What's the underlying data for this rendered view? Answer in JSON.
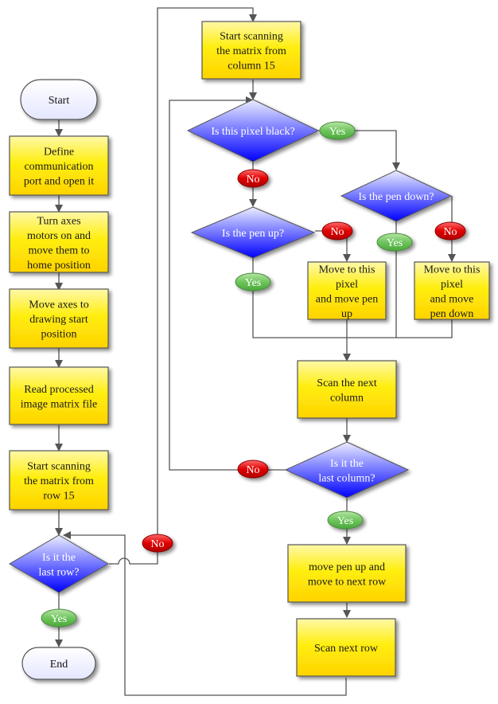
{
  "title": "Pen plotter image drawing flowchart",
  "colors": {
    "process_top": "#fff8a0",
    "process_mid": "#ffee00",
    "process_bottom": "#ffd400",
    "decision_top": "#e6e8ff",
    "decision_bottom": "#0000ff",
    "yes_label": "#6cc35a",
    "no_label": "#d60000",
    "terminal_fill": "#eef0ff",
    "connector": "#555555"
  },
  "nodes": {
    "start": {
      "type": "terminal",
      "lines": [
        "Start"
      ]
    },
    "define_port": {
      "type": "process",
      "lines": [
        "Define",
        "communication",
        "port and open it"
      ]
    },
    "turn_motors": {
      "type": "process",
      "lines": [
        "Turn axes",
        "motors on and",
        "move them to",
        "home position"
      ]
    },
    "move_axes": {
      "type": "process",
      "lines": [
        "Move axes to",
        "drawing start",
        "position"
      ]
    },
    "read_matrix": {
      "type": "process",
      "lines": [
        "Read processed",
        "image matrix file"
      ]
    },
    "start_row": {
      "type": "process",
      "lines": [
        "Start scanning",
        "the matrix from",
        "row 15"
      ]
    },
    "last_row": {
      "type": "decision",
      "lines": [
        "Is it the",
        "last row?"
      ]
    },
    "end": {
      "type": "terminal",
      "lines": [
        "End"
      ]
    },
    "start_col": {
      "type": "process",
      "lines": [
        "Start scanning",
        "the matrix from",
        "column 15"
      ]
    },
    "pixel_black": {
      "type": "decision",
      "lines": [
        "Is this pixel black?"
      ]
    },
    "pen_down_q": {
      "type": "decision",
      "lines": [
        "Is the pen down?"
      ]
    },
    "pen_up_q": {
      "type": "decision",
      "lines": [
        "Is the pen up?"
      ]
    },
    "move_pen_up": {
      "type": "process",
      "lines": [
        "Move to this",
        "pixel",
        "and move pen",
        "up"
      ]
    },
    "move_pen_down": {
      "type": "process",
      "lines": [
        "Move to this",
        "pixel",
        "and move",
        "pen down"
      ]
    },
    "next_col": {
      "type": "process",
      "lines": [
        "Scan the next",
        "column"
      ]
    },
    "last_col": {
      "type": "decision",
      "lines": [
        "Is it the",
        "last column?"
      ]
    },
    "pen_up_next_row": {
      "type": "process",
      "lines": [
        "move pen up and",
        "move to next row"
      ]
    },
    "next_row": {
      "type": "process",
      "lines": [
        "Scan next row"
      ]
    }
  },
  "edge_labels": {
    "last_row_yes": "Yes",
    "last_row_no": "No",
    "pixel_black_yes": "Yes",
    "pixel_black_no": "No",
    "pen_up_yes": "Yes",
    "pen_up_no": "No",
    "pen_down_yes": "Yes",
    "pen_down_no": "No",
    "last_col_yes": "Yes",
    "last_col_no": "No"
  },
  "edges": [
    {
      "from": "start",
      "to": "define_port"
    },
    {
      "from": "define_port",
      "to": "turn_motors"
    },
    {
      "from": "turn_motors",
      "to": "move_axes"
    },
    {
      "from": "move_axes",
      "to": "read_matrix"
    },
    {
      "from": "read_matrix",
      "to": "start_row"
    },
    {
      "from": "start_row",
      "to": "last_row"
    },
    {
      "from": "last_row",
      "to": "end",
      "label": "Yes"
    },
    {
      "from": "last_row",
      "to": "start_col",
      "label": "No"
    },
    {
      "from": "start_col",
      "to": "pixel_black"
    },
    {
      "from": "pixel_black",
      "to": "pen_down_q",
      "label": "Yes"
    },
    {
      "from": "pixel_black",
      "to": "pen_up_q",
      "label": "No"
    },
    {
      "from": "pen_up_q",
      "to": "move_pen_up",
      "label": "No"
    },
    {
      "from": "pen_up_q",
      "to": "next_col",
      "label": "Yes"
    },
    {
      "from": "pen_down_q",
      "to": "move_pen_down",
      "label": "No"
    },
    {
      "from": "pen_down_q",
      "to": "next_col",
      "label": "Yes"
    },
    {
      "from": "move_pen_up",
      "to": "next_col"
    },
    {
      "from": "move_pen_down",
      "to": "next_col"
    },
    {
      "from": "next_col",
      "to": "last_col"
    },
    {
      "from": "last_col",
      "to": "pixel_black",
      "label": "No"
    },
    {
      "from": "last_col",
      "to": "pen_up_next_row",
      "label": "Yes"
    },
    {
      "from": "pen_up_next_row",
      "to": "next_row"
    },
    {
      "from": "next_row",
      "to": "last_row"
    }
  ]
}
